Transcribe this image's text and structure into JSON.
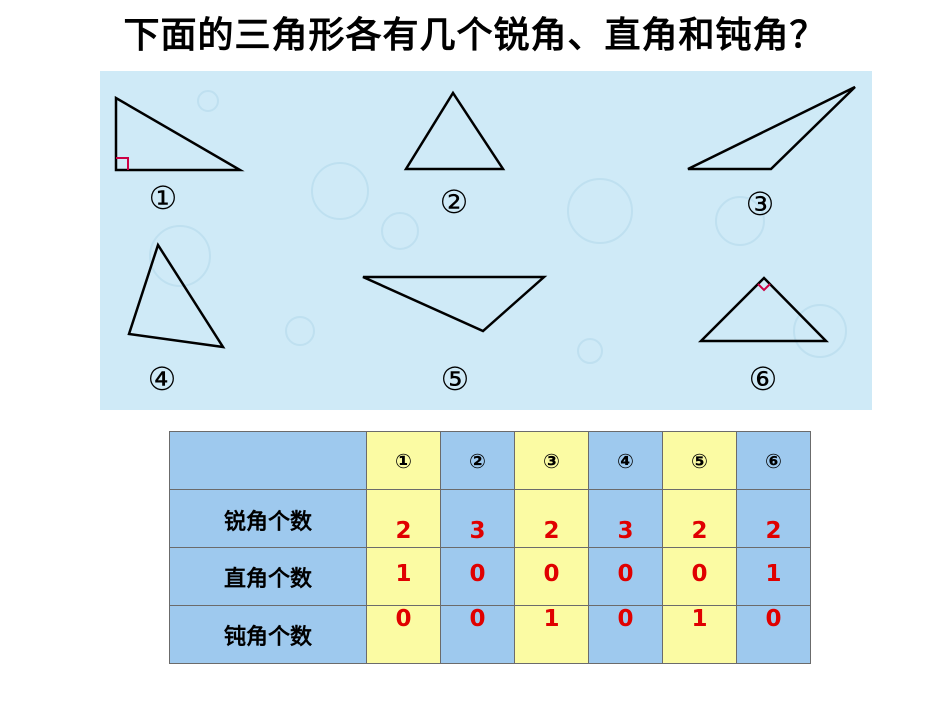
{
  "title": "下面的三角形各有几个锐角、直角和钝角？",
  "figure": {
    "labels": [
      "①",
      "②",
      "③",
      "④",
      "⑤",
      "⑥"
    ],
    "colors": {
      "background": "#cfeaf7",
      "line": "#000000",
      "right_angle_mark": "#cc0044"
    }
  },
  "table": {
    "columns": [
      "①",
      "②",
      "③",
      "④",
      "⑤",
      "⑥"
    ],
    "rows": [
      {
        "label": "锐角个数",
        "values": [
          "2",
          "3",
          "2",
          "3",
          "2",
          "2"
        ]
      },
      {
        "label": "直角个数",
        "values": [
          "1",
          "0",
          "0",
          "0",
          "0",
          "1"
        ]
      },
      {
        "label": "钝角个数",
        "values": [
          "0",
          "0",
          "1",
          "0",
          "1",
          "0"
        ]
      }
    ],
    "colors": {
      "yellow": "#fbfba3",
      "blue": "#9ec9ee",
      "value": "#e00000"
    }
  }
}
